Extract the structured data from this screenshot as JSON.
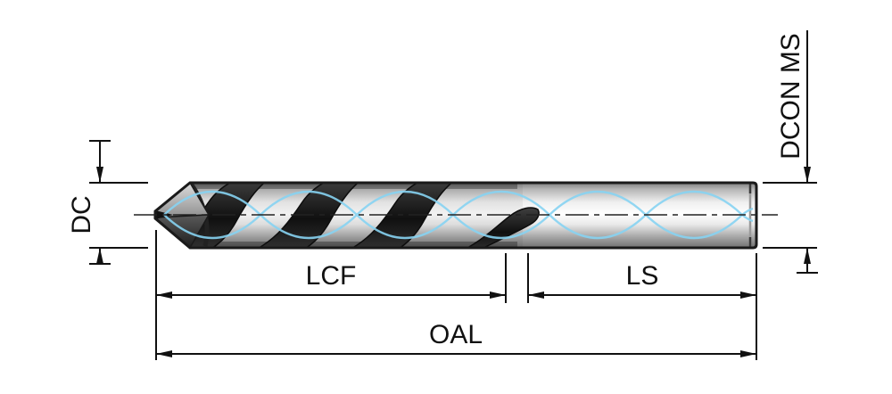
{
  "diagram": {
    "type": "technical-dimension-drawing",
    "subject": "twist-drill-side-view",
    "labels": {
      "dc": "DC",
      "dcon_ms": "DCON MS",
      "lcf": "LCF",
      "ls": "LS",
      "oal": "OAL"
    },
    "colors": {
      "coolant_line": "#87d3f2",
      "outline": "#1a1a1a",
      "dimension": "#111111",
      "background": "#ffffff"
    }
  }
}
